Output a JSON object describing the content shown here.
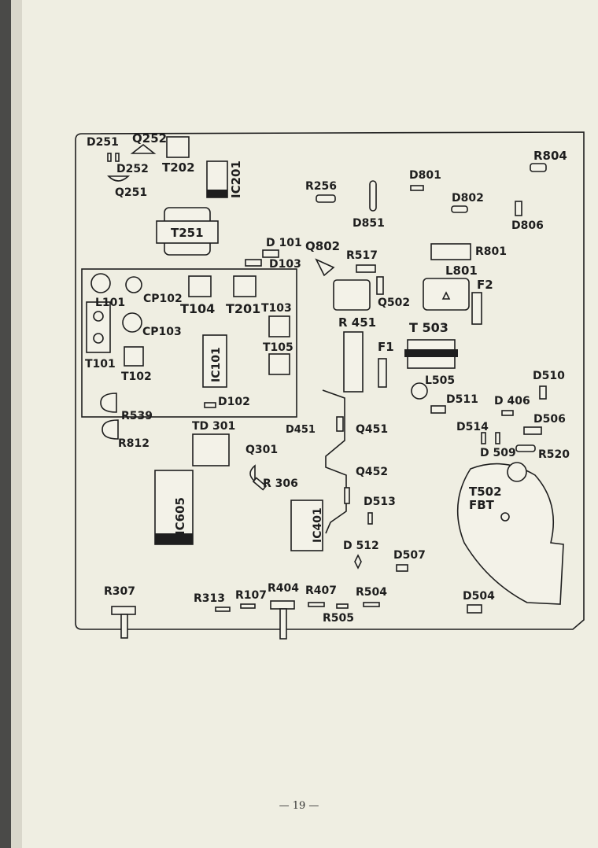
{
  "page_number": "— 19 —",
  "board_labels": {
    "D251": "D251",
    "Q252": "Q252",
    "T202": "T202",
    "D252": "D252",
    "Q251": "Q251",
    "IC201": "IC201",
    "R804": "R804",
    "R256": "R256",
    "D801": "D801",
    "D802": "D802",
    "D851": "D851",
    "D806": "D806",
    "T251": "T251",
    "D101": "D 101",
    "D103": "D103",
    "Q802": "Q802",
    "R517": "R517",
    "R801": "R801",
    "L801": "L801",
    "F2": "F2",
    "L101": "L101",
    "CP102": "CP102",
    "T104": "T104",
    "T201": "T201",
    "T103": "T103",
    "Q502": "Q502",
    "CP103": "CP103",
    "R451": "R 451",
    "T503": "T 503",
    "T101": "T101",
    "T102": "T102",
    "T105": "T105",
    "IC101": "IC101",
    "F1": "F1",
    "L505": "L505",
    "D510": "D510",
    "D511": "D511",
    "D406": "D 406",
    "R539": "R539",
    "D102": "D102",
    "D506": "D506",
    "D451": "D451",
    "Q451": "Q451",
    "D514": "D514",
    "R812": "R812",
    "TD301": "TD 301",
    "D509": "D 509",
    "R520": "R520",
    "Q301": "Q301",
    "Q452": "Q452",
    "R306": "R 306",
    "T502": "T502",
    "FBT": "FBT",
    "IC605": "IC605",
    "D513": "D513",
    "IC401": "IC401",
    "D512": "D 512",
    "D507": "D507",
    "R307": "R307",
    "R404": "R404",
    "R407": "R407",
    "R504": "R504",
    "D504": "D504",
    "R313": "R313",
    "R107": "R107",
    "R505": "R505"
  }
}
